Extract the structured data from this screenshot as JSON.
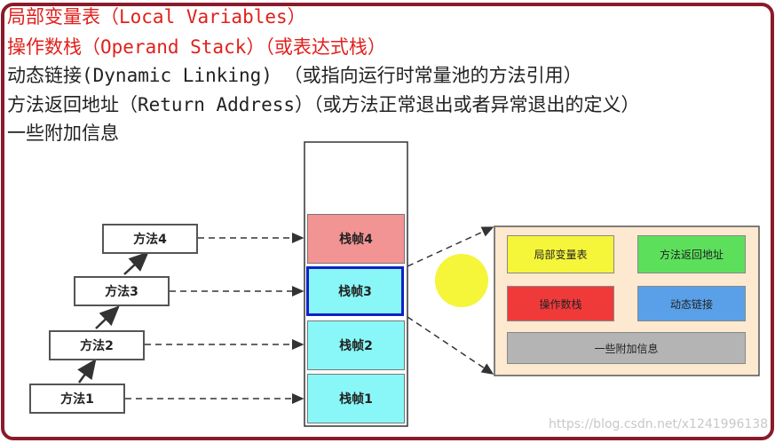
{
  "heading_lines": [
    "局部变量表（Local Variables）",
    "操作数栈（Operand Stack）（或表达式栈）",
    "动态链接(Dynamic Linking) （或指向运行时常量池的方法引用）",
    "方法返回地址（Return Address）（或方法正常退出或者异常退出的定义）",
    "一些附加信息"
  ],
  "methods": [
    "方法4",
    "方法3",
    "方法2",
    "方法1"
  ],
  "stack_frames": [
    "栈帧4",
    "栈帧3",
    "栈帧2",
    "栈帧1"
  ],
  "frame_details": {
    "local_vars": "局部变量表",
    "return_address": "方法返回地址",
    "operand_stack": "操作数栈",
    "dynamic_linking": "动态链接",
    "extra_info": "一些附加信息"
  },
  "colors": {
    "border": "#8b1a2b",
    "red_text": "#e0201c",
    "frame4": "#f29494",
    "frame_cyan": "#89f7f7",
    "frame3_border": "#1020c8",
    "detail_bg": "#fde8d0",
    "yellow": "#f5f53a",
    "green": "#5ce05c",
    "red": "#f03a3a",
    "blue": "#5aa0e8",
    "gray": "#b4b4b4"
  },
  "watermark": "https://blog.csdn.net/x1241996138"
}
